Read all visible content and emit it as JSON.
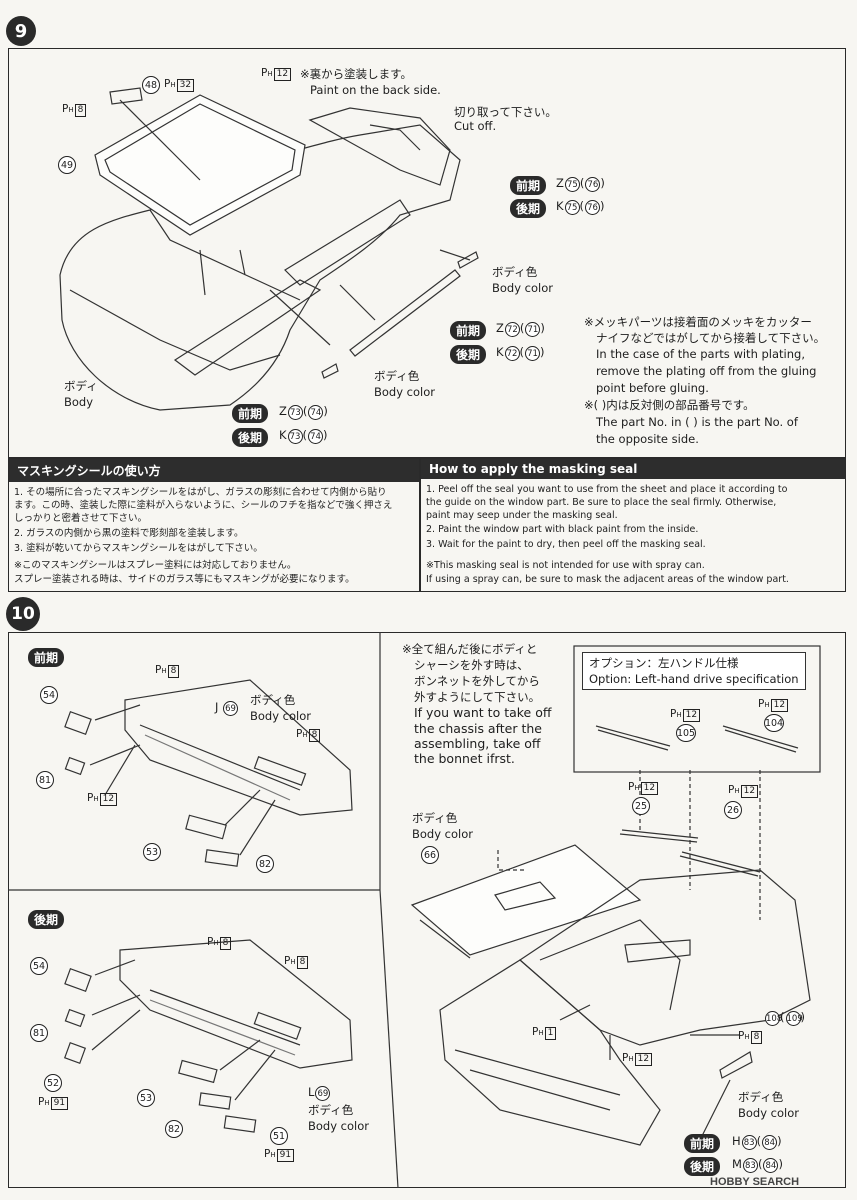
{
  "step9": {
    "number": "9",
    "back_note_ja": "※裏から塗装します。",
    "back_note_en": "Paint on the back side.",
    "cut_ja": "切り取って下さい。",
    "cut_en": "Cut off.",
    "body_color_ja": "ボディ色",
    "body_color_en": "Body color",
    "body_ja": "ボディ",
    "body_en": "Body",
    "plating_note": [
      "※メッキパーツは接着面のメッキをカッター",
      "ナイフなどではがしてから接着して下さい。",
      "In the case of the parts with plating,",
      "remove the plating off from the gluing",
      "point before gluing.",
      "※(  )内は反対側の部品番号です。",
      "The part No. in (   ) is the part No. of",
      "the opposite side."
    ],
    "early_label": "前期",
    "late_label": "後期",
    "codes": {
      "early_top": {
        "letter": "Z",
        "num": "75",
        "opp": "76"
      },
      "late_top": {
        "letter": "K",
        "num": "75",
        "opp": "76"
      },
      "early_mid": {
        "letter": "Z",
        "num": "72",
        "opp": "71"
      },
      "late_mid": {
        "letter": "K",
        "num": "72",
        "opp": "71"
      },
      "early_bot": {
        "letter": "Z",
        "num": "73",
        "opp": "74"
      },
      "late_bot": {
        "letter": "K",
        "num": "73",
        "opp": "74"
      }
    },
    "parts": {
      "p48": "48",
      "p49": "49",
      "ph32": "32",
      "ph8": "8",
      "ph12": "12"
    }
  },
  "masking": {
    "header_ja": "マスキングシールの使い方",
    "header_en": "How to apply the masking seal",
    "ja_lines": [
      "1. その場所に合ったマスキングシールをはがし、ガラスの彫刻に合わせて内側から貼り",
      "   ます。この時、塗装した際に塗料が入らないように、シールのフチを指などで強く押さえ",
      "   しっかりと密着させて下さい。",
      "2. ガラスの内側から黒の塗料で彫刻部を塗装します。",
      "3. 塗料が乾いてからマスキングシールをはがして下さい。",
      "※このマスキングシールはスプレー塗料には対応しておりません。",
      "   スプレー塗装される時は、サイドのガラス等にもマスキングが必要になります。"
    ],
    "en_lines": [
      "1.  Peel off the seal you want to use from the sheet and place it according to",
      "     the guide on the window part. Be sure to place the seal firmly. Otherwise,",
      "     paint may seep under the masking seal.",
      "2.  Paint the window part with black paint from the inside.",
      "3.  Wait for the paint to dry, then peel off the masking seal.",
      "※This masking seal is not intended for use with spray can.",
      "   If using a spray can, be sure to mask the adjacent areas of the window part."
    ]
  },
  "step10": {
    "number": "10",
    "early_label": "前期",
    "late_label": "後期",
    "body_color_ja": "ボディ色",
    "body_color_en": "Body color",
    "chassis_note": [
      "※全て組んだ後にボディと",
      "シャーシを外す時は、",
      "ボンネットを外してから",
      "外すようにして下さい。",
      "If you want to take off",
      "the chassis after the",
      "assembling, take off",
      "the bonnet ifrst."
    ],
    "option_ja": "オプション：左ハンドル仕様",
    "option_en": "Option: Left-hand drive specification",
    "early_code": {
      "letter": "J",
      "num": "69"
    },
    "late_code": {
      "letter": "L",
      "num": "69"
    },
    "h_early": {
      "letter": "H",
      "num": "83",
      "opp": "84"
    },
    "h_late": {
      "letter": "M",
      "num": "83",
      "opp": "84"
    },
    "parts": {
      "p54": "54",
      "p81": "81",
      "p53": "53",
      "p82": "82",
      "p52": "52",
      "p51": "51",
      "p66": "66",
      "p25": "25",
      "p26": "26",
      "p105": "105",
      "p104": "104",
      "p108": "108",
      "p109": "109",
      "ph8": "8",
      "ph12": "12",
      "ph91": "91",
      "ph1": "1"
    }
  },
  "watermark": "HOBBY SEARCH"
}
